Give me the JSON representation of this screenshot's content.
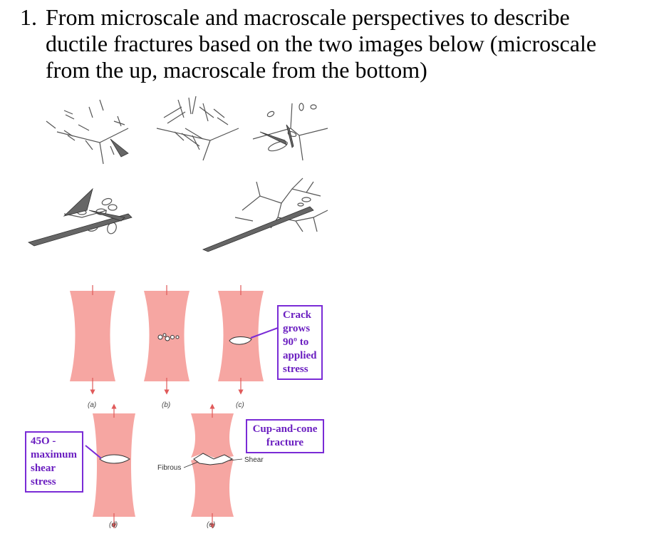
{
  "question": {
    "number": "1.",
    "line1": "From microscale and macroscale perspectives to describe",
    "line2": "ductile fractures based on the two images below (microscale",
    "line3": "from the up, macroscale from the bottom)"
  },
  "macro_figure": {
    "captions": [
      "(a)",
      "(b)",
      "(c)",
      "(d)",
      "(e)"
    ],
    "callout_crack": [
      "Crack",
      "grows",
      "90º to",
      "applied",
      "stress"
    ],
    "callout_cup_cone": [
      "Cup-and-cone",
      "fracture"
    ],
    "callout_shear": [
      "45O -",
      "maximum",
      "shear",
      "stress"
    ],
    "label_fibrous": "Fibrous",
    "label_shear": "Shear"
  },
  "colors": {
    "specimen_fill": "#f6a6a2",
    "arrow": "#e05a5a",
    "callout_border": "#7a2bd6",
    "callout_text": "#6a1ec0"
  }
}
